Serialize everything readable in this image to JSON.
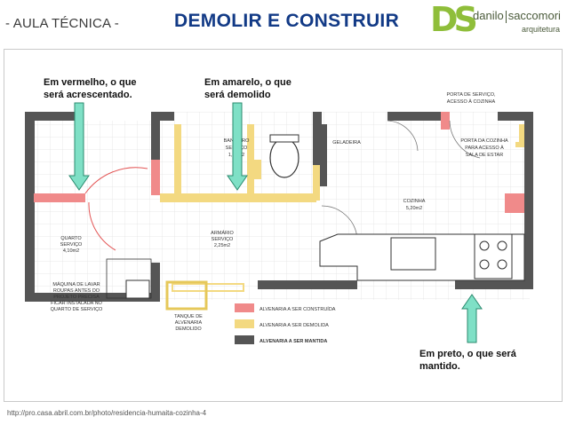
{
  "header": {
    "tag": "- AULA TÉCNICA -",
    "title": "DEMOLIR E CONSTRUIR"
  },
  "logo": {
    "mark": "DS",
    "name_first": "danilo",
    "name_last": "saccomori",
    "sub": "arquitetura"
  },
  "annotations": {
    "red_note_line1": "Em  vermelho,  o  que",
    "red_note_line2": "será acrescentado.",
    "yellow_note_line1": "Em    amarelo,    o    que",
    "yellow_note_line2": "será demolido",
    "black_note_line1": "Em  preto,  o  que  será",
    "black_note_line2": "mantido."
  },
  "plan_labels": {
    "porta_servico_1": "PORTA DE SERVIÇO,",
    "porta_servico_2": "ACESSO À COZINHA",
    "porta_cozinha_1": "PORTA DA COZINHA",
    "porta_cozinha_2": "PARA ACESSO À",
    "porta_cozinha_3": "SALA DE ESTAR",
    "banheiro_1": "BANHEIRO",
    "banheiro_2": "SERVIÇO",
    "banheiro_3": "1,30m2",
    "geladeira": "GELADEIRA",
    "cozinha_1": "COZINHA",
    "cozinha_2": "5,20m2",
    "quarto_1": "QUARTO",
    "quarto_2": "SERVIÇO",
    "quarto_3": "4,10m2",
    "armario_1": "ARMÁRIO",
    "armario_2": "SERVIÇO",
    "armario_3": "2,25m2",
    "maquina_1": "MÁQUINA DE LAVAR",
    "maquina_2": "ROUPAS ANTES DO",
    "maquina_3": "PROJETO PRECISA",
    "maquina_4": "FICAR INSTALADA NO",
    "maquina_5": "QUARTO DE SERVIÇO",
    "tanque_1": "TANQUE DE",
    "tanque_2": "ALVENARIA",
    "tanque_3": "DEMOLIDO"
  },
  "legend": [
    {
      "label": "ALVENARIA A SER CONSTRUÍDA",
      "color": "#f08a8a"
    },
    {
      "label": "ALVENARIA A SER DEMOLIDA",
      "color": "#f3d981"
    },
    {
      "label": "ALVENARIA A SER MANTIDA",
      "color": "#555555"
    }
  ],
  "colors": {
    "title_blue": "#123a86",
    "arrow_fill": "#7fe0c6",
    "arrow_stroke": "#2a8a6e",
    "tile_line": "#e2e2e2"
  },
  "footer": {
    "source": "http://pro.casa.abril.com.br/photo/residencia-humaita-cozinha-4"
  }
}
